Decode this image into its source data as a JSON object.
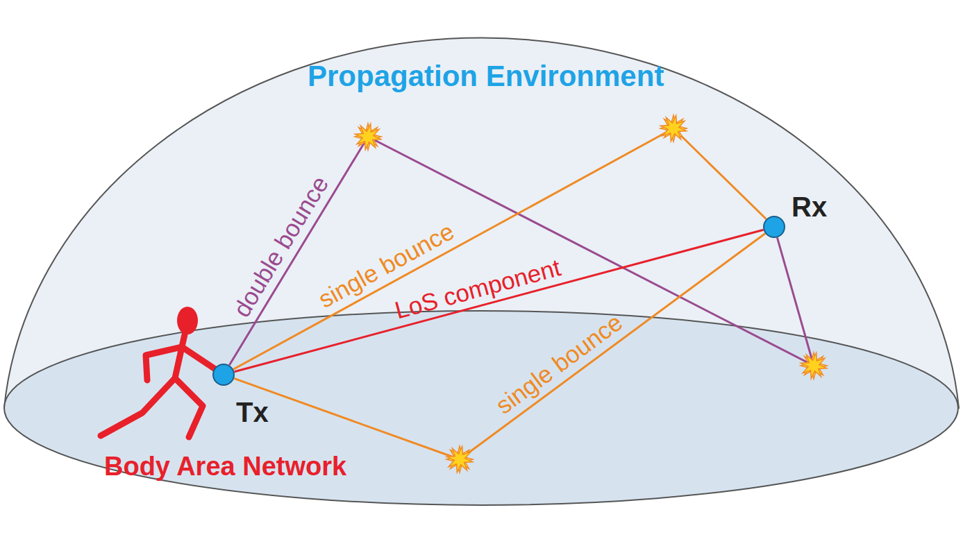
{
  "diagram": {
    "nodes": [
      {
        "text": [
          "Tx"
        ]
      },
      {
        "text": [
          "Rx"
        ]
      }
    ],
    "edges": [
      {
        "from": 0,
        "to": 1,
        "label": "double bounce",
        "arrow": "none"
      },
      {
        "from": 0,
        "to": 1,
        "label": "single bounce",
        "arrow": "none"
      },
      {
        "from": 0,
        "to": 1,
        "label": "LoS component",
        "arrow": "none"
      },
      {
        "from": 0,
        "to": 1,
        "label": "single bounce",
        "arrow": "none"
      }
    ],
    "labels": [
      "Propagation Environment",
      "Body Area Network"
    ]
  }
}
